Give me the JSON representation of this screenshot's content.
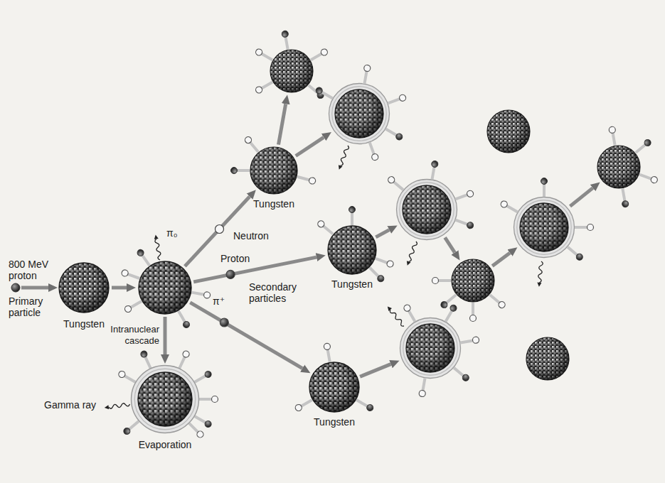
{
  "diagram": {
    "nodes": [
      {
        "text": [
          "Tungsten"
        ]
      },
      {
        "text": [
          "Intranuclear cascade"
        ]
      },
      {
        "text": [
          "Evaporation"
        ]
      },
      {
        "text": [
          "Tungsten"
        ]
      },
      {
        "text": [
          "Tungsten"
        ]
      },
      {
        "text": [
          "Tungsten"
        ]
      }
    ],
    "edges": [
      {
        "from": 0,
        "to": 1,
        "arrow": "to"
      },
      {
        "from": 1,
        "to": 2,
        "arrow": "to"
      },
      {
        "from": 1,
        "to": 3,
        "label": "Neutron",
        "arrow": "to"
      },
      {
        "from": 1,
        "to": 4,
        "label": "Proton",
        "arrow": "to"
      },
      {
        "from": 1,
        "to": 5,
        "label": "π⁺",
        "arrow": "to"
      }
    ],
    "labels": [
      "800 MeV proton",
      "Primary particle",
      "π₀",
      "Secondary particles",
      "Gamma ray"
    ]
  }
}
